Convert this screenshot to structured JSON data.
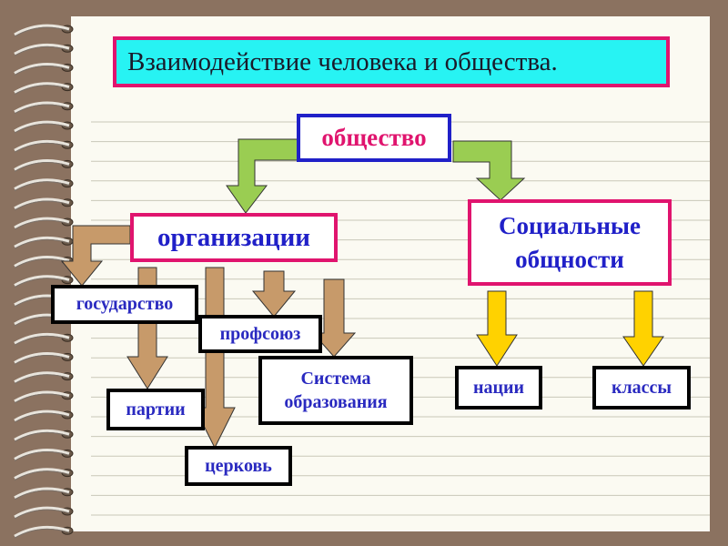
{
  "title": "Взаимодействие человека и общества.",
  "nodes": {
    "society": "общество",
    "organizations": "организации",
    "social_line1": "Социальные",
    "social_line2": "общности",
    "state": "государство",
    "trade_union": "профсоюз",
    "parties": "партии",
    "education_line1": "Система",
    "education_line2": "образования",
    "church": "церковь",
    "nations": "нации",
    "classes": "классы"
  },
  "colors": {
    "title_fill": "#27f3f3",
    "title_border": "#e0146e",
    "society_border": "#2020c8",
    "society_text": "#e0146e",
    "node_text": "#2a2ac0",
    "green_arrow": "#9acd52",
    "brown_arrow": "#c79a6a",
    "yellow_arrow": "#ffd200",
    "background": "#8b7260"
  }
}
